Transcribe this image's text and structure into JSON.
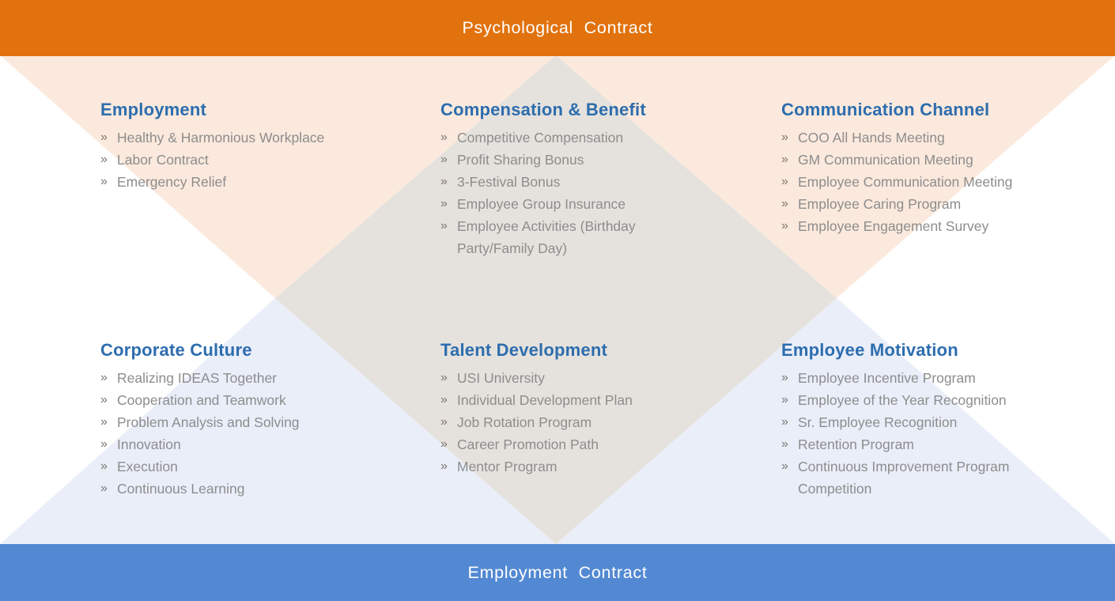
{
  "banners": {
    "top": {
      "label": "Psychological Contract"
    },
    "bottom": {
      "label": "Employment Contract"
    }
  },
  "bullet_glyph": "»",
  "colors": {
    "background": "#FFFFFF",
    "banner_orange": "#E1720E",
    "banner_blue": "#5389D2",
    "peach": "#FBE9DD",
    "gray": "#E5E2DD",
    "light_blue": "#E9EEF9",
    "heading_blue": "#2D6DAE",
    "item_text": "#8D8D8D",
    "bullet": "#7D7672"
  },
  "sections": [
    {
      "title": "Employment",
      "items": [
        "Healthy & Harmonious Workplace",
        "Labor Contract",
        "Emergency Relief"
      ]
    },
    {
      "title": "Compensation & Benefit",
      "items": [
        "Competitive Compensation",
        "Profit Sharing Bonus",
        "3-Festival Bonus",
        "Employee Group Insurance",
        "Employee Activities (Birthday Party/Family Day)"
      ]
    },
    {
      "title": "Communication Channel",
      "items": [
        "COO All Hands Meeting",
        "GM Communication Meeting",
        "Employee Communication Meeting",
        "Employee Caring Program",
        "Employee Engagement Survey"
      ]
    },
    {
      "title": "Corporate Culture",
      "items": [
        "Realizing IDEAS Together",
        "Cooperation and Teamwork",
        "Problem Analysis and Solving",
        "Innovation",
        "Execution",
        "Continuous Learning"
      ]
    },
    {
      "title": "Talent Development",
      "items": [
        "USI University",
        "Individual Development Plan",
        "Job Rotation Program",
        "Career Promotion Path",
        "Mentor Program"
      ]
    },
    {
      "title": "Employee Motivation",
      "items": [
        "Employee Incentive Program",
        "Employee of the Year Recognition",
        "Sr. Employee Recognition",
        "Retention Program",
        "Continuous Improvement Program Competition"
      ]
    }
  ]
}
